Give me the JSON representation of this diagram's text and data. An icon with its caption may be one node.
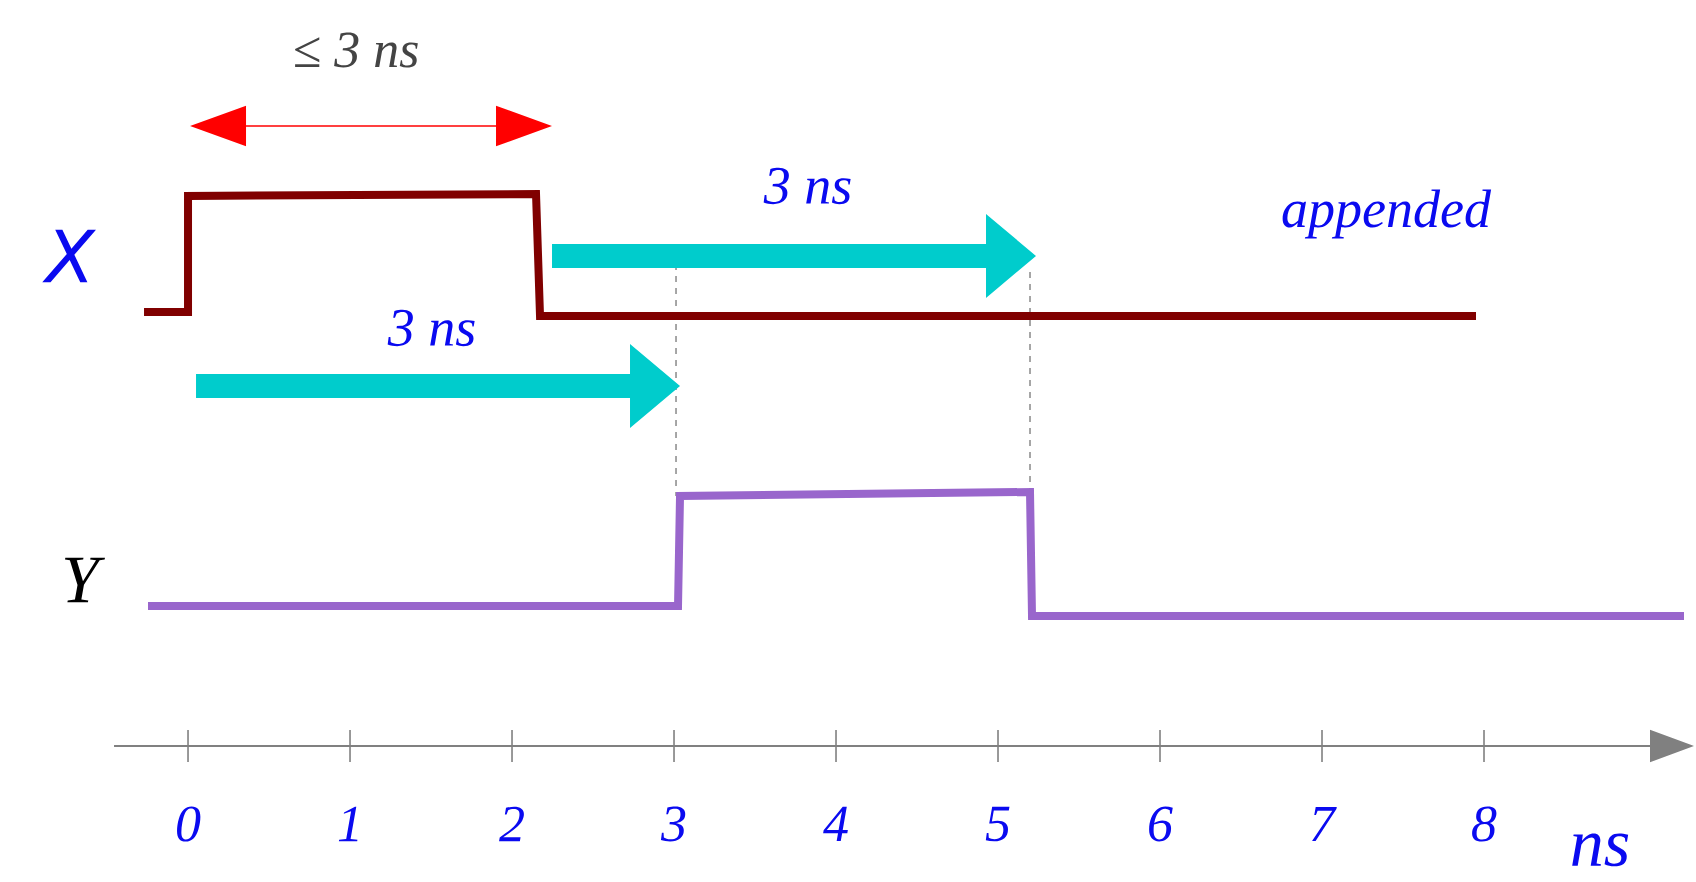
{
  "diagram": {
    "labels": [
      "≤ 3 *ns*",
      "X",
      "3 ns",
      "appended",
      "3 ns",
      "Y",
      "0",
      "1",
      "2",
      "3",
      "4",
      "5",
      "6",
      "7",
      "8",
      "ns"
    ]
  }
}
